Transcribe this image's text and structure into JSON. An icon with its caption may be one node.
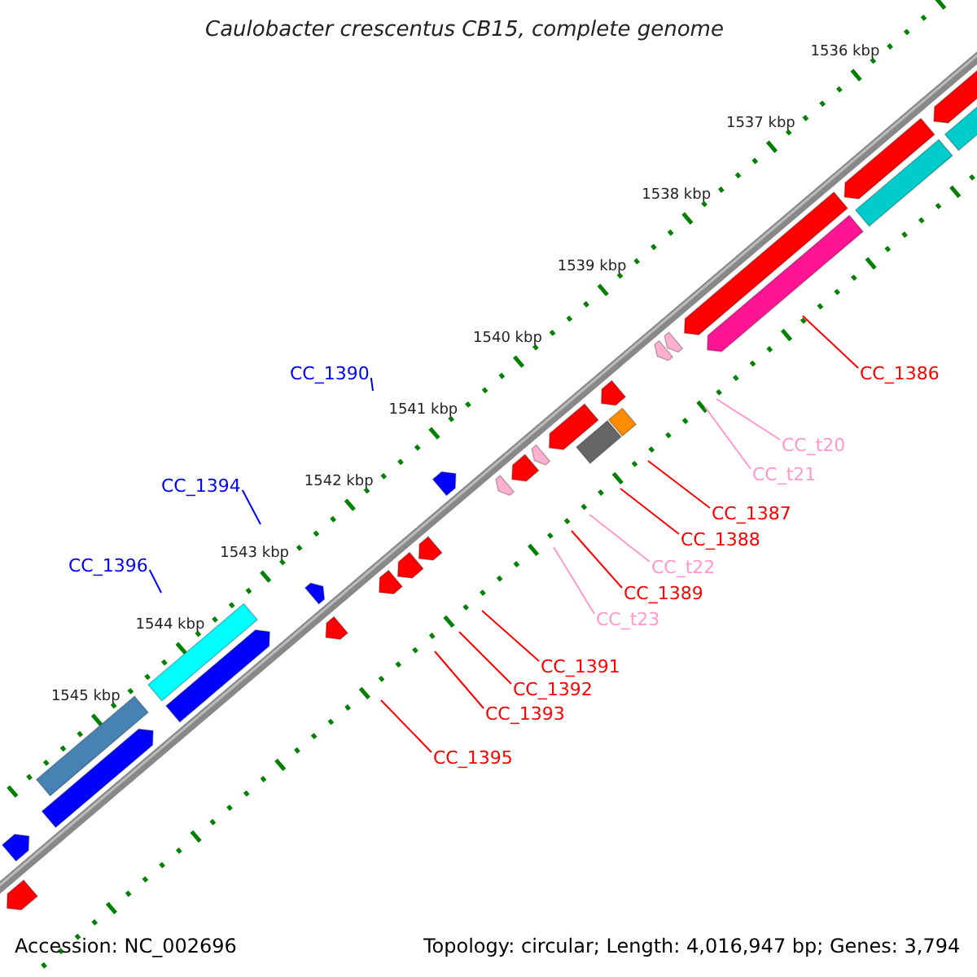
{
  "diagram": {
    "title": "Caulobacter crescentus CB15, complete genome",
    "nodes": [
      {
        "text": [
          "CC_1390"
        ]
      },
      {
        "text": [
          "CC_1394"
        ]
      },
      {
        "text": [
          "CC_1396"
        ]
      },
      {
        "text": [
          "CC_1386"
        ]
      },
      {
        "text": [
          "CC_t20"
        ]
      },
      {
        "text": [
          "CC_t21"
        ]
      },
      {
        "text": [
          "CC_1387"
        ]
      },
      {
        "text": [
          "CC_1388"
        ]
      },
      {
        "text": [
          "CC_t22"
        ]
      },
      {
        "text": [
          "CC_1389"
        ]
      },
      {
        "text": [
          "CC_t23"
        ]
      },
      {
        "text": [
          "CC_1391"
        ]
      },
      {
        "text": [
          "CC_1392"
        ]
      },
      {
        "text": [
          "CC_1393"
        ]
      },
      {
        "text": [
          "CC_1395"
        ]
      }
    ],
    "edges": [
      {
        "from": 0,
        "to": null,
        "arrow": "none",
        "color": "#0000ff"
      },
      {
        "from": 1,
        "to": null,
        "arrow": "none",
        "color": "#0000ff"
      },
      {
        "from": 2,
        "to": null,
        "arrow": "none",
        "color": "#0000ff"
      },
      {
        "from": 3,
        "to": null,
        "arrow": "none"
      },
      {
        "from": 4,
        "to": null,
        "arrow": "none",
        "color": "#ff99cc"
      },
      {
        "from": 5,
        "to": null,
        "arrow": "none",
        "color": "#ff99cc"
      },
      {
        "from": 6,
        "to": null,
        "arrow": "none"
      },
      {
        "from": 7,
        "to": null,
        "arrow": "none"
      },
      {
        "from": 8,
        "to": null,
        "arrow": "none",
        "color": "#ff99cc"
      },
      {
        "from": 9,
        "to": null,
        "arrow": "none"
      },
      {
        "from": 10,
        "to": null,
        "arrow": "none",
        "color": "#ff99cc"
      },
      {
        "from": 11,
        "to": null,
        "arrow": "none"
      },
      {
        "from": 12,
        "to": null,
        "arrow": "none"
      },
      {
        "from": 13,
        "to": null,
        "arrow": "none"
      },
      {
        "from": 14,
        "to": null,
        "arrow": "none"
      }
    ],
    "labels": [
      "1536 kbp",
      "1537 kbp",
      "1538 kbp",
      "1539 kbp",
      "1540 kbp",
      "1541 kbp",
      "1542 kbp",
      "1543 kbp",
      "1544 kbp",
      "1545 kbp",
      "Accession: NC_002696",
      "Topology: circular; Length: 4,016,947 bp; Genes: 3,794"
    ]
  }
}
